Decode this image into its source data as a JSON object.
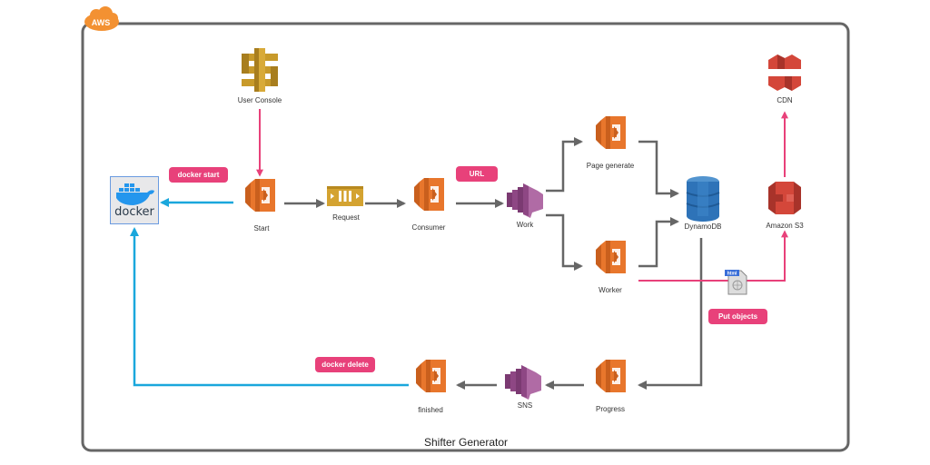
{
  "diagram": {
    "title": "Shifter Generator",
    "cloud_tag": "AWS",
    "colors": {
      "frame": "#666666",
      "flow_gray": "#666666",
      "flow_pink": "#e8417a",
      "flow_blue": "#1aa7dc",
      "lambda_orange": "#e8762c",
      "sqs_gold": "#d4a331",
      "sns_purple": "#a35a96",
      "dynamodb_blue": "#2e73b8",
      "s3_red": "#d4473a",
      "api_gold": "#c89a2a"
    },
    "nodes": [
      {
        "id": "user_console",
        "label": "User Console",
        "icon": "api-gateway-icon"
      },
      {
        "id": "docker",
        "label": "docker",
        "icon": "docker-icon"
      },
      {
        "id": "start",
        "label": "Start",
        "icon": "lambda-icon"
      },
      {
        "id": "request",
        "label": "Request",
        "icon": "sqs-queue-icon"
      },
      {
        "id": "consumer",
        "label": "Consumer",
        "icon": "lambda-icon"
      },
      {
        "id": "work",
        "label": "Work",
        "icon": "sns-icon"
      },
      {
        "id": "page_generate",
        "label": "Page generate",
        "icon": "lambda-icon"
      },
      {
        "id": "worker",
        "label": "Worker",
        "icon": "lambda-icon"
      },
      {
        "id": "dynamodb",
        "label": "DynamoDB",
        "icon": "dynamodb-icon"
      },
      {
        "id": "amazon_s3",
        "label": "Amazon S3",
        "icon": "s3-icon"
      },
      {
        "id": "cdn",
        "label": "CDN",
        "icon": "cloudfront-icon"
      },
      {
        "id": "progress",
        "label": "Progress",
        "icon": "lambda-icon"
      },
      {
        "id": "sns",
        "label": "SNS",
        "icon": "sns-icon"
      },
      {
        "id": "finished",
        "label": "finished",
        "icon": "lambda-icon"
      },
      {
        "id": "html_object",
        "label": "html",
        "icon": "html-file-icon"
      }
    ],
    "badges": [
      {
        "id": "docker_start",
        "text": "docker start"
      },
      {
        "id": "url",
        "text": "URL"
      },
      {
        "id": "put_objects",
        "text": "Put objects"
      },
      {
        "id": "docker_delete",
        "text": "docker delete"
      }
    ],
    "edges": [
      {
        "from": "user_console",
        "to": "start",
        "color": "pink"
      },
      {
        "from": "start",
        "to": "docker",
        "color": "blue",
        "label": "docker start"
      },
      {
        "from": "start",
        "to": "request",
        "color": "gray"
      },
      {
        "from": "request",
        "to": "consumer",
        "color": "gray"
      },
      {
        "from": "consumer",
        "to": "work",
        "color": "gray",
        "label": "URL"
      },
      {
        "from": "work",
        "to": "page_generate",
        "color": "gray"
      },
      {
        "from": "work",
        "to": "worker",
        "color": "gray"
      },
      {
        "from": "page_generate",
        "to": "dynamodb",
        "color": "gray"
      },
      {
        "from": "worker",
        "to": "dynamodb",
        "color": "gray"
      },
      {
        "from": "worker",
        "to": "amazon_s3",
        "color": "pink",
        "label": "Put objects"
      },
      {
        "from": "amazon_s3",
        "to": "cdn",
        "color": "pink"
      },
      {
        "from": "dynamodb",
        "to": "progress",
        "color": "gray"
      },
      {
        "from": "progress",
        "to": "sns",
        "color": "gray"
      },
      {
        "from": "sns",
        "to": "finished",
        "color": "gray"
      },
      {
        "from": "finished",
        "to": "docker",
        "color": "blue",
        "label": "docker delete"
      }
    ]
  }
}
